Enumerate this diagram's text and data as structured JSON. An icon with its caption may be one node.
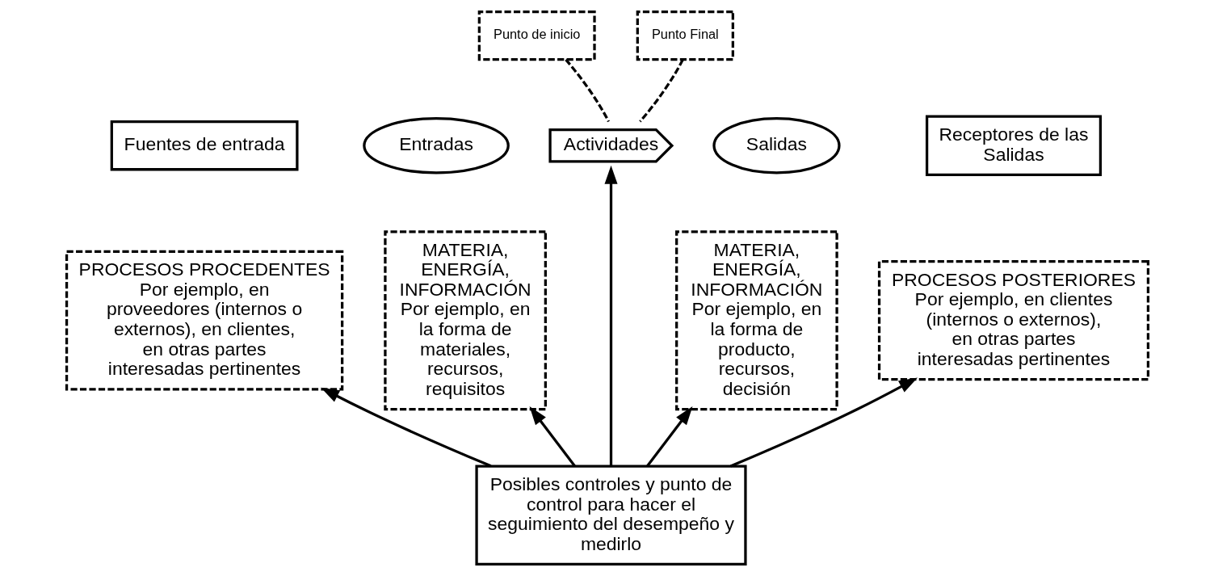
{
  "diagram": {
    "nodes": [
      {
        "text": [
          "Fuentes de entrada"
        ]
      },
      {
        "text": [
          "PROCESOS PROCEDENTES",
          "Por ejemplo, en proveedores (internos o externos), en clientes, en otras partes interesadas pertinentes"
        ]
      },
      {
        "text": [
          "Entradas"
        ]
      },
      {
        "text": [
          "MATERIA, ENERGÍA, INFORMACIÓN",
          "Por ejemplo, en la forma de materiales, recursos, requisitos"
        ]
      },
      {
        "text": [
          "Punto de inicio"
        ]
      },
      {
        "text": [
          "Punto Final"
        ]
      },
      {
        "text": [
          "Actividades"
        ]
      },
      {
        "text": [
          "Salidas"
        ]
      },
      {
        "text": [
          "MATERIA, ENERGÍA, INFORMACIÓN",
          "Por ejemplo, en la forma de producto, recursos, decisión"
        ]
      },
      {
        "text": [
          "Receptores de las Salidas"
        ]
      },
      {
        "text": [
          "PROCESOS POSTERIORES",
          "Por ejemplo, en clientes (internos o externos), en otras partes interesadas pertinentes"
        ]
      },
      {
        "text": [
          "Posibles controles y punto de control para hacer el seguimiento del desempeño y medirlo"
        ]
      }
    ],
    "edges": [
      {
        "from": 11,
        "to": 1,
        "arrow": "to"
      },
      {
        "from": 11,
        "to": 3,
        "arrow": "to"
      },
      {
        "from": 11,
        "to": 6,
        "arrow": "to"
      },
      {
        "from": 11,
        "to": 8,
        "arrow": "to"
      },
      {
        "from": 11,
        "to": 10,
        "arrow": "to"
      },
      {
        "from": 4,
        "to": 6,
        "arrow": "none",
        "style": "dashed"
      },
      {
        "from": 5,
        "to": 6,
        "arrow": "none",
        "style": "dashed"
      }
    ]
  }
}
